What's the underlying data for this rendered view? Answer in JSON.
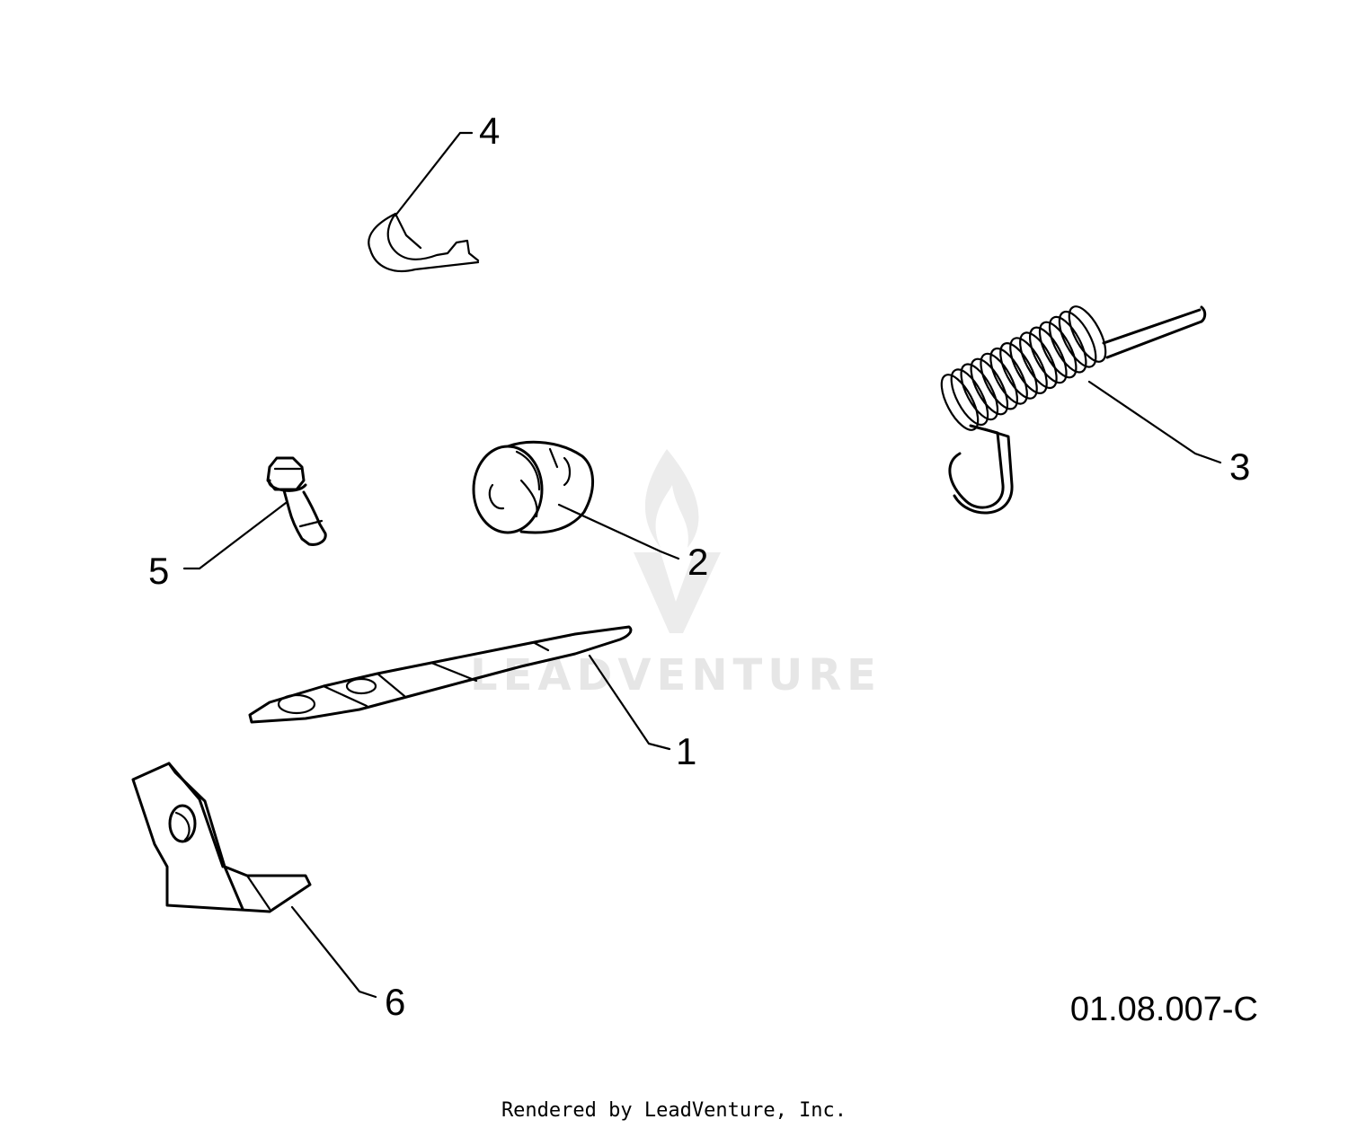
{
  "callouts": {
    "part_1": "1",
    "part_2": "2",
    "part_3": "3",
    "part_4": "4",
    "part_5": "5",
    "part_6": "6"
  },
  "diagram_code": "01.08.007-C",
  "watermark": "LEADVENTURE",
  "footer": "Rendered by LeadVenture, Inc."
}
